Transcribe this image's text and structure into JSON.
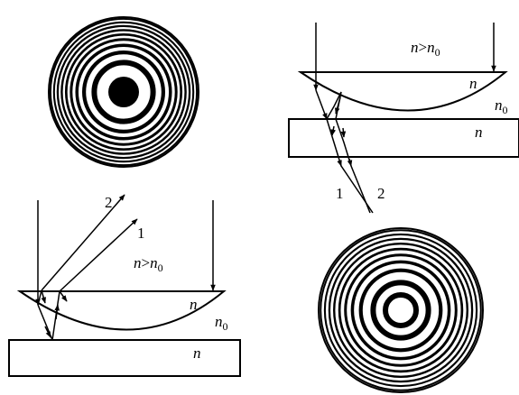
{
  "top_right": {
    "condition": {
      "n": "n",
      "op": ">",
      "n0": "n",
      "n0_sub": "0"
    },
    "lens_index": "n",
    "medium_index": {
      "n": "n",
      "sub": "0"
    },
    "plate_index": "n",
    "ray1": "1",
    "ray2": "2"
  },
  "bottom_left": {
    "condition": {
      "n": "n",
      "op": ">",
      "n0": "n",
      "n0_sub": "0"
    },
    "lens_index": "n",
    "medium_index": {
      "n": "n",
      "sub": "0"
    },
    "plate_index": "n",
    "ray1": "1",
    "ray2": "2"
  },
  "ring_patterns": {
    "top_left": {
      "center": "dark"
    },
    "bottom_right": {
      "center": "bright"
    }
  },
  "colors": {
    "ink": "#000000",
    "paper": "#ffffff"
  }
}
